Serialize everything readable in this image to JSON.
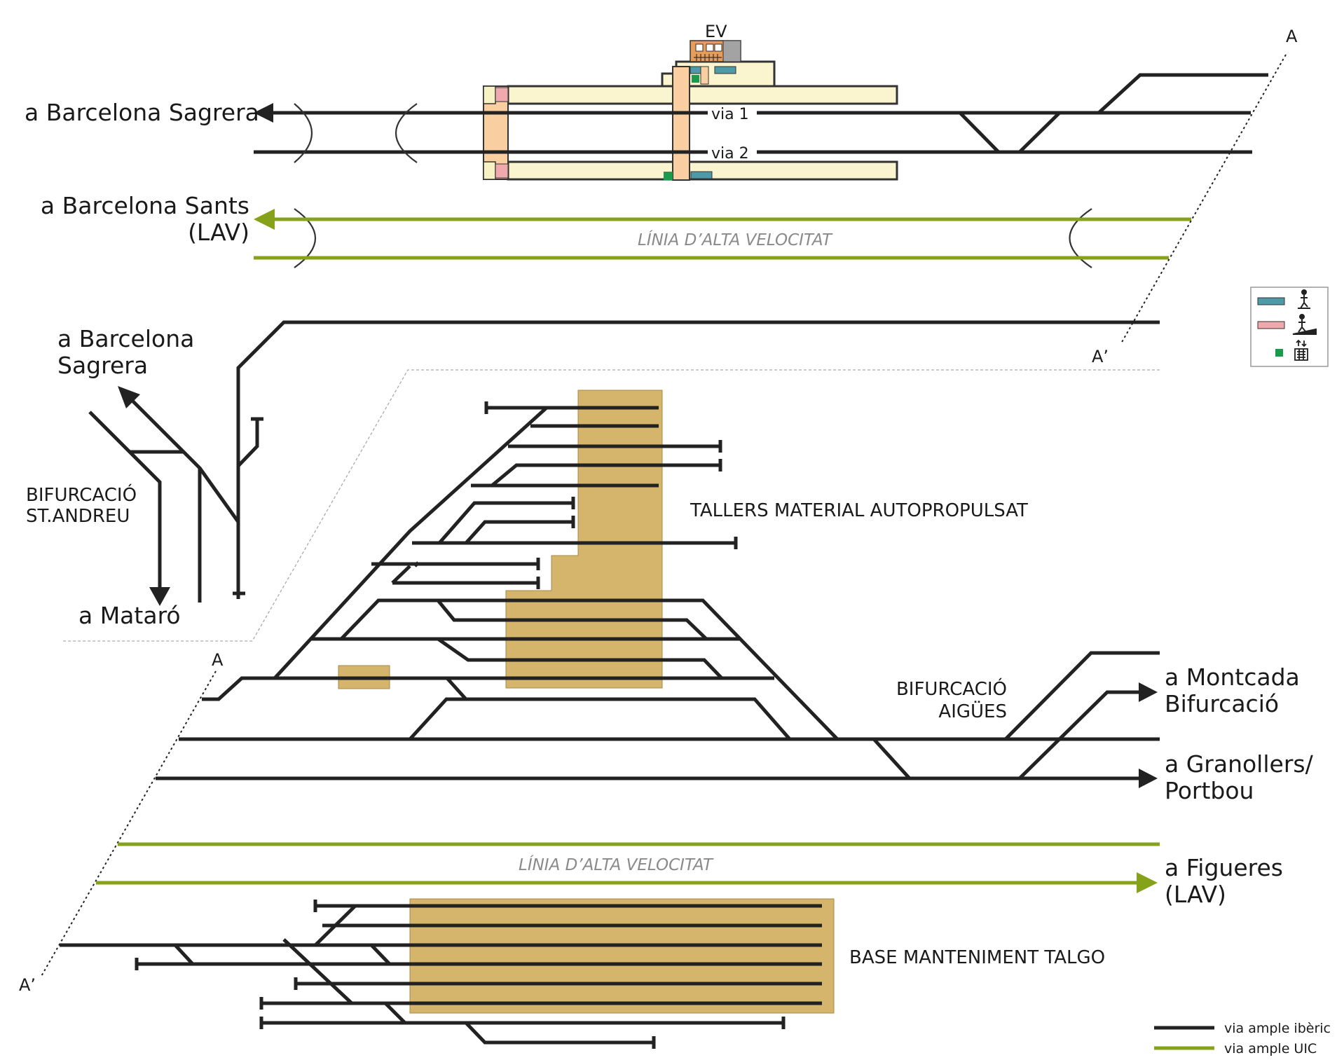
{
  "top": {
    "dest_sagrera": "a Barcelona Sagrera",
    "dest_sants_1": "a Barcelona Sants",
    "dest_sants_2": "(LAV)",
    "via_1": "via 1",
    "via_2": "via 2",
    "station_ev": "EV",
    "lav_label": "LÍNIA D’ALTA VELOCITAT",
    "section_a": "A",
    "section_a_prime": "A’"
  },
  "middle": {
    "dest_sagrera_1": "a Barcelona",
    "dest_sagrera_2": "Sagrera",
    "bif_standreu_1": "BIFURCACIÓ",
    "bif_standreu_2": "ST.ANDREU",
    "dest_mataro": "a Mataró",
    "tallers": "TALLERS MATERIAL AUTOPROPULSAT",
    "bif_aigues_1": "BIFURCACIÓ",
    "bif_aigues_2": "AIGÜES",
    "dest_montcada_1": "a Montcada",
    "dest_montcada_2": "Bifurcació",
    "dest_granollers_1": "a Granollers/",
    "dest_granollers_2": "Portbou",
    "section_a": "A"
  },
  "bottom": {
    "lav_label": "LÍNIA D’ALTA VELOCITAT",
    "dest_figueres_1": "a Figueres",
    "dest_figueres_2": "(LAV)",
    "talgo": "BASE MANTENIMENT TALGO",
    "section_a_prime": "A’"
  },
  "legend_top": {
    "items": [
      {
        "icon": "escalator-icon",
        "color": "#4f9aa8"
      },
      {
        "icon": "stairs-icon",
        "color": "#f0a9ac"
      },
      {
        "icon": "elevator-icon",
        "color": "#1a9a4a"
      }
    ]
  },
  "legend_bottom": {
    "iberian": "via ample ibèric",
    "uic": "via ample UIC",
    "iberian_color": "#222222",
    "uic_color": "#86a21a"
  }
}
